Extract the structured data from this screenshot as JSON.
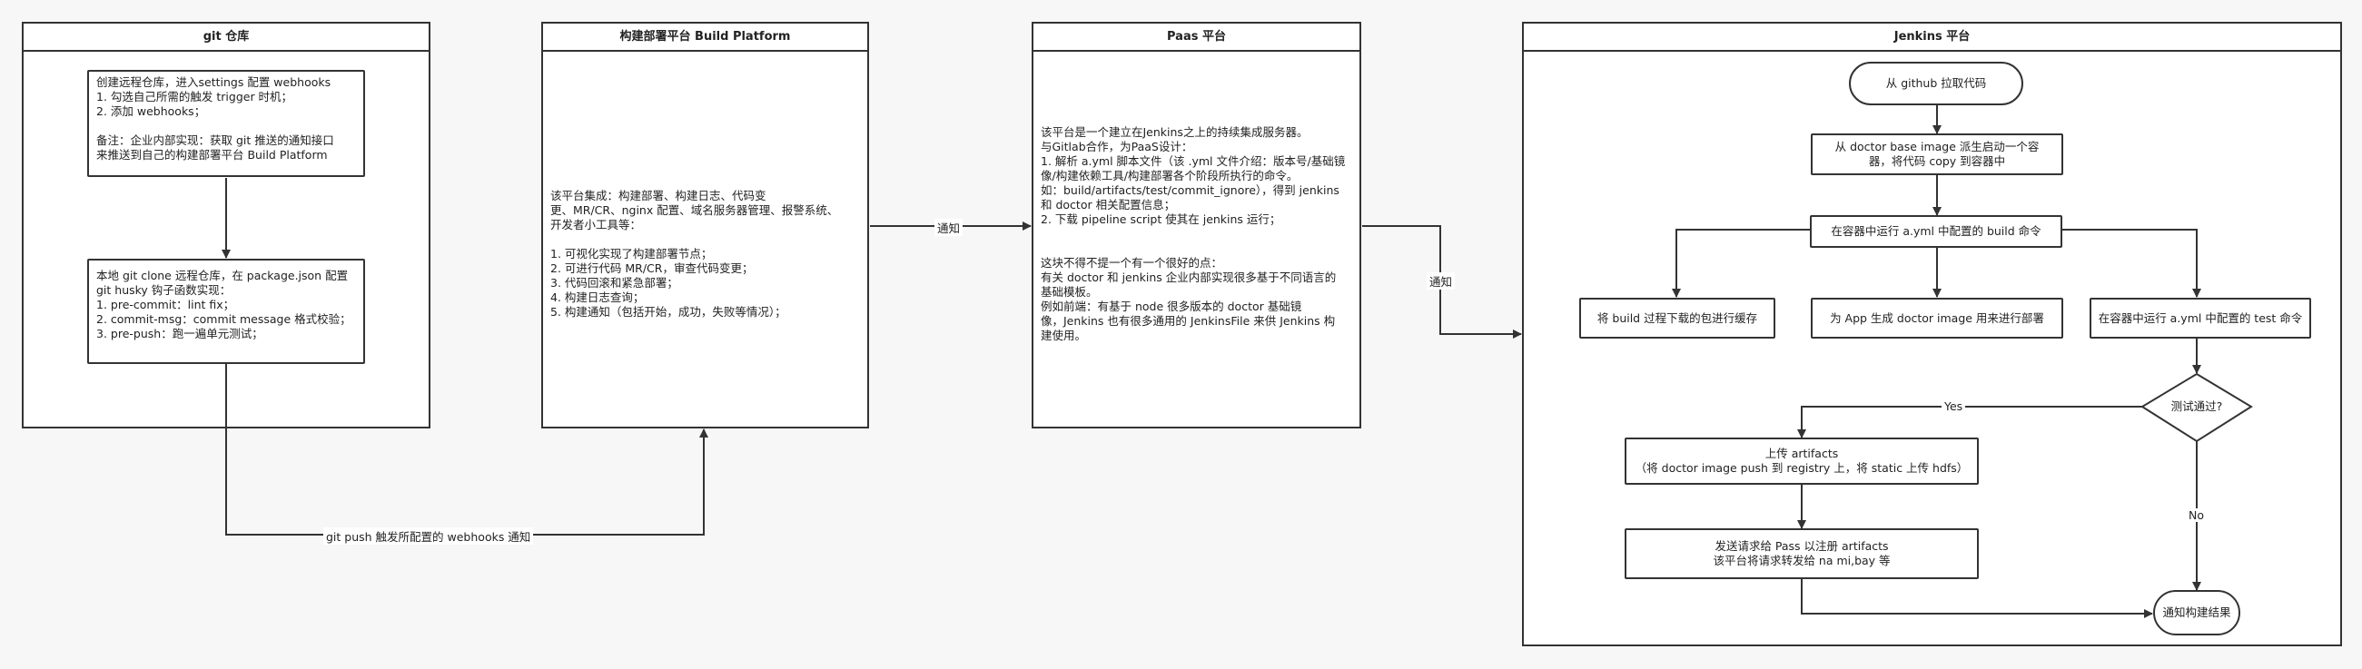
{
  "panels": {
    "git": {
      "title": "git 仓库"
    },
    "build": {
      "title": "构建部署平台 Build Platform"
    },
    "paas": {
      "title": "Paas 平台"
    },
    "jenkins": {
      "title": "Jenkins 平台"
    }
  },
  "git_boxes": {
    "webhooks": "创建远程仓库，进入settings 配置 webhooks\n1. 勾选自己所需的触发 trigger 时机；\n2. 添加 webhooks；\n\n  备注：企业内部实现：获取 git 推送的通知接口\n来推送到自己的构建部署平台 Build Platform",
    "local": "本地 git clone 远程仓库，在 package.json 配置\ngit husky 钩子函数实现：\n1. pre-commit：lint fix；\n2. commit-msg：commit message 格式校验；\n3. pre-push：跑一遍单元测试；"
  },
  "build_text": "该平台集成：构建部署、构建日志、代码变\n更、MR/CR、nginx 配置、域名服务器管理、报警系统、\n开发者小工具等：\n\n1. 可视化实现了构建部署节点；\n2. 可进行代码 MR/CR，审查代码变更；\n3. 代码回滚和紧急部署；\n4. 构建日志查询；\n5. 构建通知（包括开始，成功，失败等情况）；",
  "paas_text": "该平台是一个建立在Jenkins之上的持续集成服务器。\n与Gitlab合作，为PaaS设计：\n1. 解析 a.yml 脚本文件（该 .yml 文件介绍：版本号/基础镜\n像/构建依赖工具/构建部署各个阶段所执行的命令。\n如：build/artifacts/test/commit_ignore），得到 jenkins\n和 doctor 相关配置信息；\n2. 下载 pipeline script 使其在 jenkins 运行；\n\n\n这块不得不提一个有一个很好的点：\n有关 doctor 和 jenkins 企业内部实现很多基于不同语言的\n基础模板。\n例如前端：有基于 node 很多版本的 doctor 基础镜\n像，Jenkins 也有很多通用的 JenkinsFile 来供 Jenkins 构\n建使用。",
  "jenkins_nodes": {
    "pull": "从 github 拉取代码",
    "container": "从 doctor base image 派生启动一个容\n器，将代码 copy 到容器中",
    "build_cmd": "在容器中运行 a.yml 中配置的 build 命令",
    "cache": "将 build 过程下载的包进行缓存",
    "gen_image": "为 App 生成 doctor image 用来进行部署",
    "test_cmd": "在容器中运行 a.yml 中配置的 test 命令",
    "decision": "测试通过?",
    "upload": "上传 artifacts\n（将 doctor image push 到 registry 上，将 static 上传 hdfs）",
    "register": "发送请求给 Pass 以注册 artifacts\n该平台将请求转发给 na mi,bay 等",
    "notify": "通知构建结果"
  },
  "edge_labels": {
    "git_push": "git push 触发所配置的 webhooks 通知",
    "notify1": "通知",
    "notify2": "通知",
    "yes": "Yes",
    "no": "No"
  }
}
